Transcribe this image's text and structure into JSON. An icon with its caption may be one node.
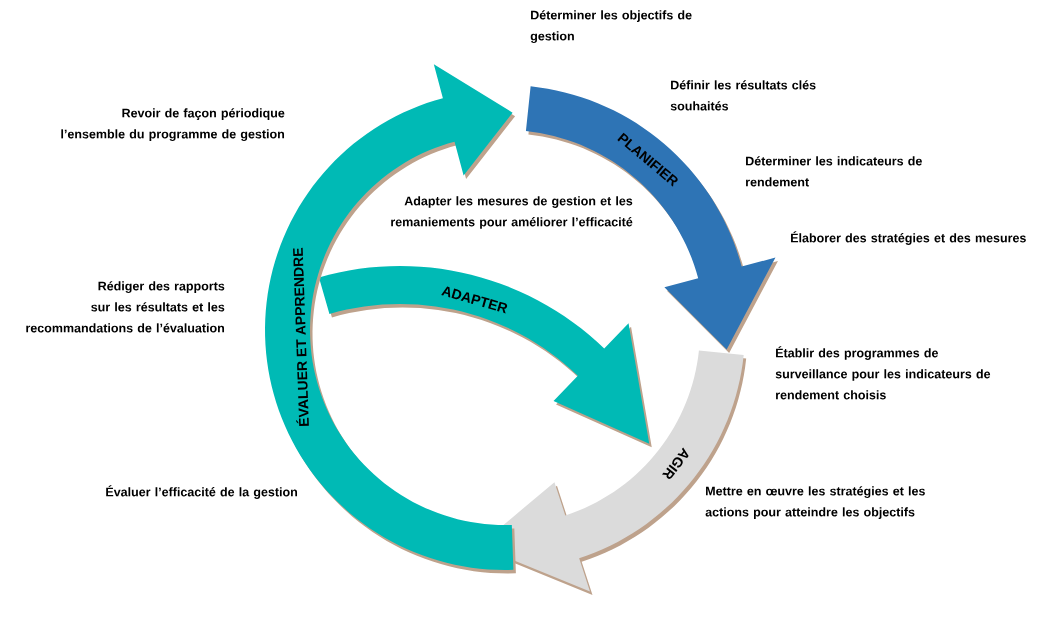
{
  "diagram": {
    "nodes": [
      {
        "text": [
          "PLANIFIER"
        ]
      },
      {
        "text": [
          "ADAPTER"
        ]
      },
      {
        "text": [
          "AGIR"
        ]
      },
      {
        "text": [
          "ÉVALUER ET APPRENDRE"
        ]
      }
    ],
    "labels": [
      "Déterminer les objectifs de gestion",
      "Revoir de façon périodique l’ensemble du programme de gestion",
      "Définir les résultats clés souhaités",
      "Déterminer les indicateurs de rendement",
      "Adapter les mesures de gestion et les remaniements pour améliorer l’efficacité",
      "Élaborer des stratégies et des mesures",
      "Rédiger des rapports sur les résultats et les recommandations de l’évaluation",
      "Établir des programmes de surveillance pour les indicateurs de rendement choisis",
      "Évaluer l’efficacité de la gestion",
      "Mettre en œuvre les stratégies et les actions pour atteindre les objectifs"
    ]
  }
}
